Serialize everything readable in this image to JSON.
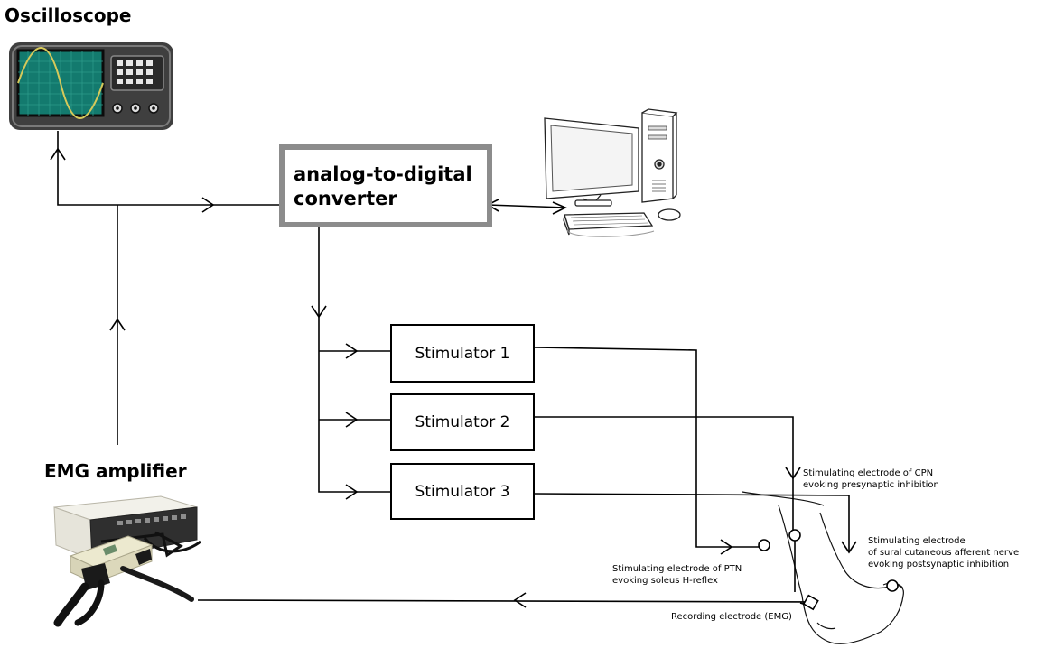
{
  "labels": {
    "oscilloscope": "Oscilloscope",
    "emg_amplifier": "EMG amplifier",
    "adc_line1": "analog-to-digital",
    "adc_line2": "converter",
    "stimulator1": "Stimulator 1",
    "stimulator2": "Stimulator 2",
    "stimulator3": "Stimulator 3"
  },
  "annotations": {
    "cpn_line1": "Stimulating electrode of CPN",
    "cpn_line2": "evoking presynaptic inhibition",
    "sural_line1": "Stimulating electrode",
    "sural_line2": "of sural cutaneous afferent nerve",
    "sural_line3": "evoking postsynaptic inhibition",
    "ptn_line1": "Stimulating electrode of PTN",
    "ptn_line2": "evoking soleus H-reflex",
    "recording": "Recording electrode (EMG)"
  },
  "icons": [
    "oscilloscope-icon",
    "computer-icon",
    "emg-amplifier-icon",
    "leg-icon"
  ],
  "colors": {
    "adc_border": "#8c8c8c",
    "oscilloscope_body": "#3f3f3f",
    "oscilloscope_screen": "#137a6e",
    "waveform": "#d6c95a"
  }
}
